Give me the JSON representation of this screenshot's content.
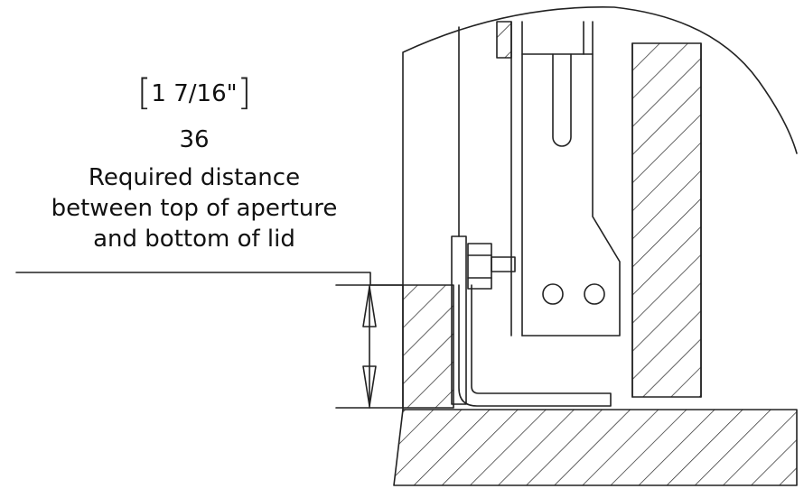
{
  "dimension": {
    "imperial": "1 7/16\"",
    "metric": "36",
    "caption_lines": [
      "Required distance",
      "between top of aperture",
      "and bottom of lid"
    ]
  },
  "colors": {
    "line": "#222222",
    "background": "#ffffff"
  }
}
